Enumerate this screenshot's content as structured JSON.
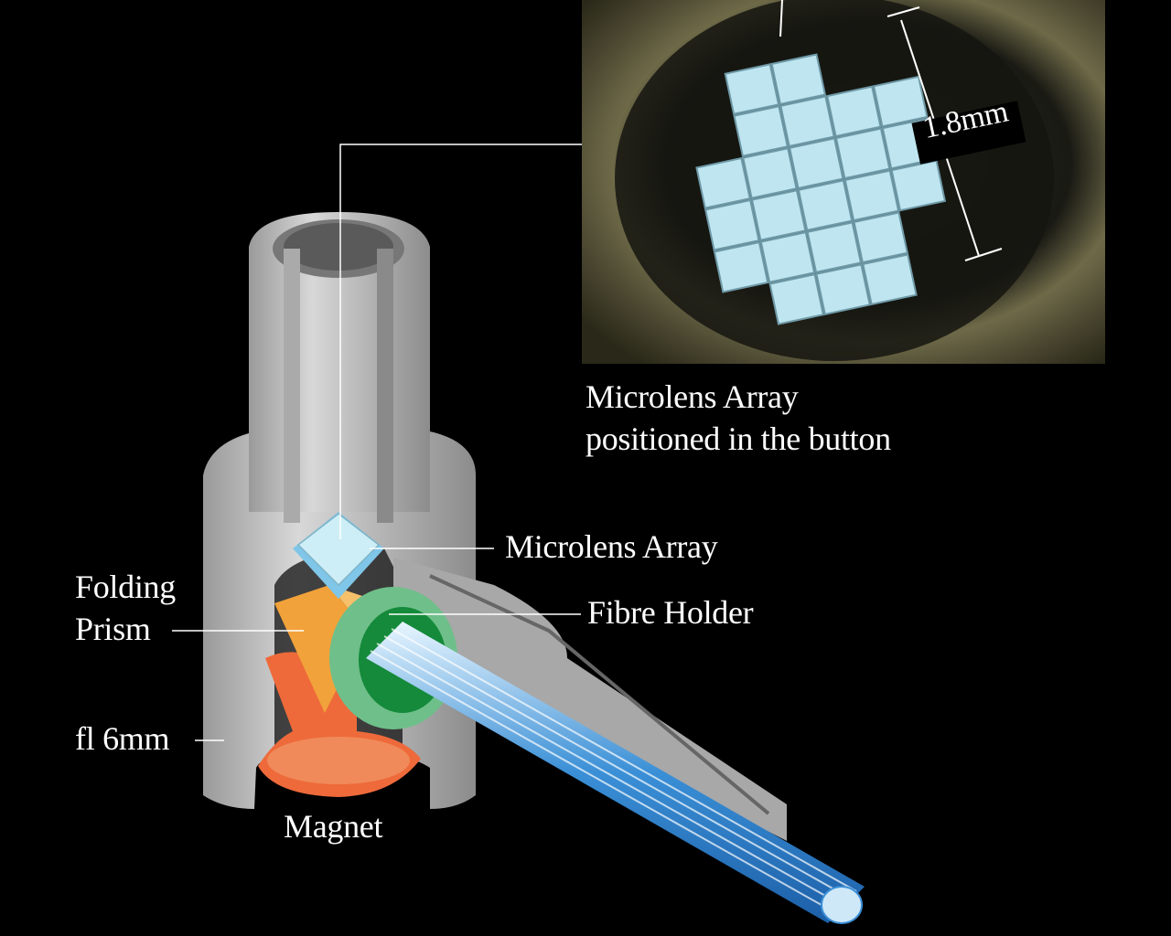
{
  "labels": {
    "photo_caption_line1": "Microlens Array",
    "photo_caption_line2": "positioned in the button",
    "microlens_array": "Microlens Array",
    "fibre_holder": "Fibre Holder",
    "folding_prism_line1": "Folding",
    "folding_prism_line2": "Prism",
    "diameter": "fl 6mm",
    "magnet": "Magnet",
    "dimension": "1.8mm"
  },
  "colors": {
    "background": "#000000",
    "housing": "#bdbdbd",
    "prism": "#f2a23a",
    "fibre_holder": "#6fbf8a",
    "magnet": "#ee6a3a",
    "lens": "#bfe6f0",
    "fibre": "#3a8fd6"
  }
}
